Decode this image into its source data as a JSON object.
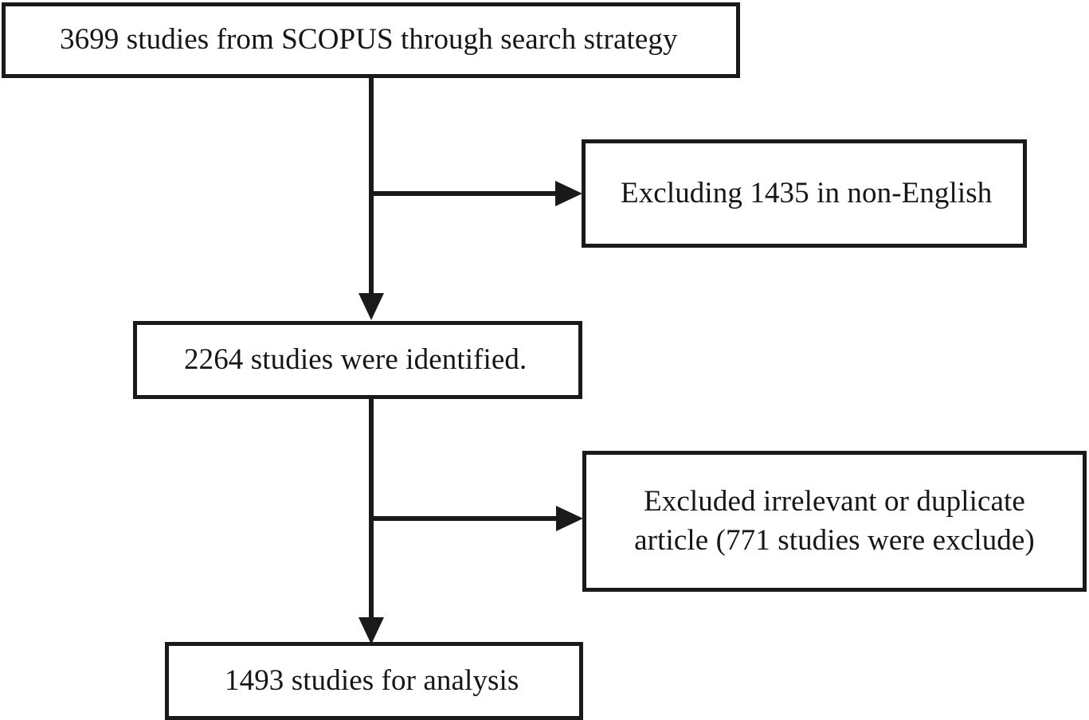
{
  "diagram": {
    "type": "flowchart",
    "title": "Study selection flow diagram",
    "orientation": "top-to-bottom with right-side exclusion branches",
    "background_color": "#ffffff",
    "line_color": "#1a1a1a",
    "text_color": "#161616",
    "nodes": [
      {
        "id": "source",
        "label": "3699 studies from SCOPUS through search strategy",
        "count": 3699,
        "role": "identification"
      },
      {
        "id": "exclude_language",
        "label": "Excluding 1435 in non-English",
        "count": 1435,
        "role": "exclusion"
      },
      {
        "id": "identified",
        "label": "2264 studies were identified.",
        "count": 2264,
        "role": "screening"
      },
      {
        "id": "exclude_duplicate",
        "label": "Excluded irrelevant or duplicate article (771 studies were exclude)",
        "line1": "Excluded irrelevant or duplicate",
        "line2": "article (771 studies were exclude)",
        "count": 771,
        "role": "exclusion"
      },
      {
        "id": "analysis",
        "label": "1493 studies for analysis",
        "count": 1493,
        "role": "included"
      }
    ],
    "edges": [
      {
        "from": "source",
        "to": "identified",
        "direction": "down",
        "arrowhead": "filled-triangle"
      },
      {
        "from": "source",
        "to": "exclude_language",
        "direction": "right",
        "arrowhead": "filled-triangle"
      },
      {
        "from": "identified",
        "to": "analysis",
        "direction": "down",
        "arrowhead": "filled-triangle"
      },
      {
        "from": "identified",
        "to": "exclude_duplicate",
        "direction": "right",
        "arrowhead": "filled-triangle"
      }
    ]
  }
}
